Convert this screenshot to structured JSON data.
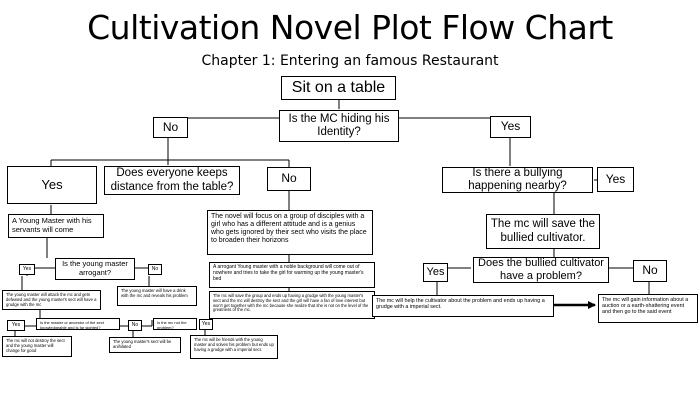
{
  "title": "Cultivation Novel Plot Flow Chart",
  "subtitle": "Chapter 1: Entering an famous Restaurant",
  "nodes": {
    "start": "Sit on a table",
    "q_hiding": "Is the MC hiding his Identity?",
    "no_hiding": "No",
    "yes_hiding": "Yes",
    "q_distance": "Does everyone keeps distance from the table?",
    "yes_distance": "Yes",
    "no_distance": "No",
    "q_bully": "Is there a bullying happening nearby?",
    "yes_bully": "Yes",
    "young_master": "A Young Master with his servants will come",
    "q_arrogant": "Is the young master arrogant?",
    "yes_arrogant": "Yes",
    "no_arrogant": "No",
    "yes_arrogant_outcome": "The young master will attack the mc and gets defeated and the young master's sect will have a grudge with the mc",
    "no_arrogant_outcome": "The young master will have a drink with the mc and reveals his problem",
    "q_ancestor": "Is the master or ancestor of the sect knowledgeable and is far sighted?",
    "yes_ancestor": "Yes",
    "no_ancestor": "No",
    "yes_ancestor_outcome": "The mc will not destroy the sect and the young master will change for good",
    "no_ancestor_outcome": "The young master's sect will be anihilated",
    "q_not_problem": "Is the mc not the problem?",
    "yes_not_problem": "Yes",
    "yes_not_problem_outcome": "The mc will be friends with the young master and solves his problem but ends up having a grudge with a imperial sect.",
    "disciples": "The novel will focus on a group of disciples with a girl who has a different attitude and is a genius who gets ignored by their sect who visits the place to broaden their horizons",
    "arrogant_noble": "A arrogant Young master with a noble background will come out of nowhere and tries to take the girl for warming up the young master's bed",
    "save_group": "The mc will save the group and ends up having a grudge with the young master's sect and the mc will destroy the sect and the girl will have a fan of love interest but won't get together with the mc because she realize that she is not on the level of the greatness of the mc.",
    "save_bullied": "The mc will save the bullied cultivator.",
    "q_problem": "Does the bullied cultivator have a problem?",
    "yes_problem": "Yes",
    "no_problem": "No",
    "help_cultivator": "The mc will help the cultivator about the problem and ends up having a grudge with a imperial sect.",
    "auction": "The mc will gain information about a auction or a earth-shattering event and then go to the said event"
  }
}
